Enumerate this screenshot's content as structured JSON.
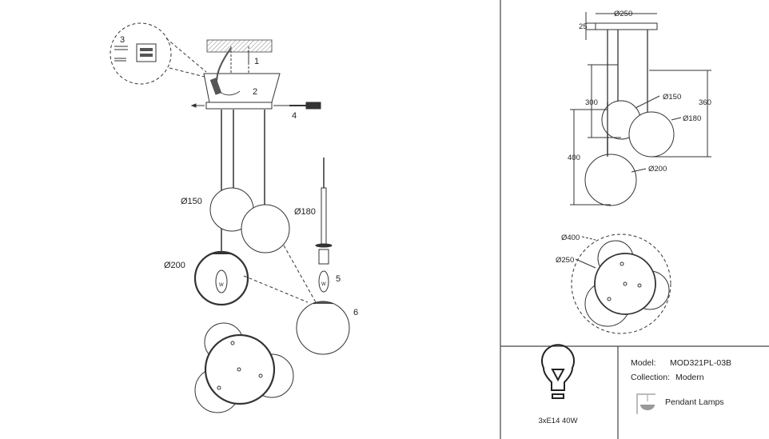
{
  "assembly": {
    "step_labels": [
      "1",
      "2",
      "3",
      "4",
      "5",
      "6"
    ],
    "globe_labels": {
      "g150": "Ø150",
      "g180": "Ø180",
      "g200": "Ø200"
    },
    "bulb_mark": "W"
  },
  "dimensions": {
    "canopy_diameter": "Ø250",
    "canopy_height": "25",
    "drop_300": "300",
    "drop_360": "360",
    "drop_400": "400",
    "globe_150": "Ø150",
    "globe_180": "Ø180",
    "globe_200": "Ø200",
    "top_outer": "Ø400",
    "top_canopy": "Ø250"
  },
  "info": {
    "bulb_spec": "3xE14 40W",
    "model_label": "Model:",
    "model_value": "MOD321PL-03B",
    "collection_label": "Collection:",
    "collection_value": "Modern",
    "category": "Pendant Lamps"
  }
}
